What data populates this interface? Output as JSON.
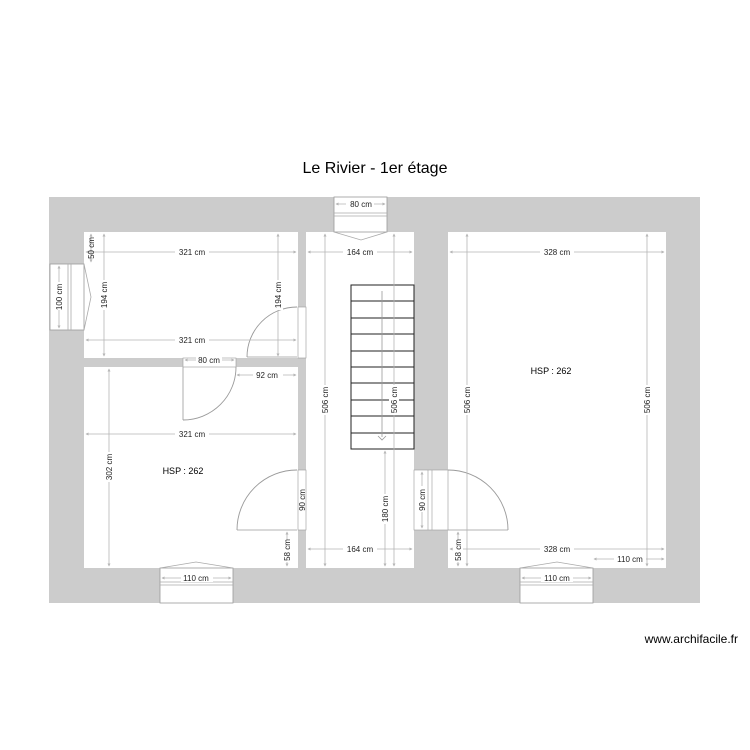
{
  "title": "Le Rivier - 1er étage",
  "watermark": "www.archifacile.fr",
  "colors": {
    "wall": "#cccccc",
    "room": "#ffffff",
    "dimension_line": "#b5b5b5",
    "stair_line": "#222222"
  },
  "rooms": [
    {
      "id": "room-top-left",
      "dims": {
        "width_top": "321 cm",
        "width_bottom": "321 cm",
        "height_left": "194 cm",
        "height_right": "194 cm",
        "window_offset": "50 cm"
      }
    },
    {
      "id": "room-bottom-left",
      "hsp": "HSP : 262",
      "dims": {
        "width": "321 cm",
        "height": "302 cm",
        "door_offset": "92 cm",
        "door_bottom_offset": "58 cm"
      }
    },
    {
      "id": "corridor-stair",
      "dims": {
        "width_top": "164 cm",
        "width_bottom": "164 cm",
        "height_left": "506 cm",
        "height_stair": "506 cm",
        "stair_bottom": "180 cm"
      }
    },
    {
      "id": "room-right",
      "hsp": "HSP : 262",
      "dims": {
        "width_top": "328 cm",
        "width_bottom": "328 cm",
        "height_left": "506 cm",
        "height_right": "506 cm",
        "door_bottom_offset": "58 cm",
        "window_offset": "110 cm"
      }
    }
  ],
  "openings": {
    "window_top_corridor": "80 cm",
    "window_left": "100 cm",
    "door_between_left_rooms": "80 cm",
    "door_left_corridor": "90 cm",
    "door_right_corridor": "90 cm",
    "window_bottom_left": "110 cm",
    "window_bottom_right": "110 cm"
  }
}
